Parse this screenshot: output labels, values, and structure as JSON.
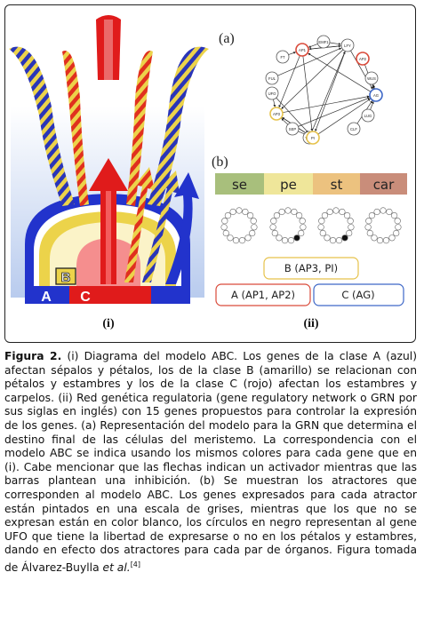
{
  "panel_i": {
    "label": "(i)",
    "class_labels": {
      "a": "A",
      "b": "B",
      "c": "C"
    },
    "colors": {
      "blue": "#2233cc",
      "yellow": "#ecd34a",
      "red": "#e01b1b",
      "pink": "#f58e8e",
      "bg_blue": "#8fb0e6"
    }
  },
  "panel_ii": {
    "label": "(ii)",
    "sub_a": "(a)",
    "sub_b": "(b)",
    "network_nodes": [
      "EMF1",
      "AP1",
      "LFY",
      "AP2",
      "TFL1",
      "FT",
      "FUL",
      "WUS",
      "UFO",
      "AG",
      "AP3",
      "LUG",
      "SEP",
      "PI",
      "CLF"
    ],
    "organs": [
      {
        "label": "se",
        "color": "#a8bf7c"
      },
      {
        "label": "pe",
        "color": "#efe69a"
      },
      {
        "label": "st",
        "color": "#ecc27f"
      },
      {
        "label": "car",
        "color": "#c98d7a"
      }
    ],
    "gene_boxes": {
      "b": "B (AP3, PI)",
      "a": "A (AP1, AP2)",
      "c": "C (AG)"
    }
  },
  "caption": {
    "label": "Figura 2.",
    "text": "(i) Diagrama del modelo ABC. Los genes de la clase A (azul) afectan sépalos y pétalos, los de la clase B (amarillo) se relacionan con pétalos y estambres y los de la clase C (rojo) afectan los estambres y carpelos. (ii) Red genética regulatoria (gene regulatory network o GRN por sus siglas en inglés) con 15 genes propuestos para controlar la expresión de los genes. (a) Representación del modelo para la GRN que determina el destino final de las células del meristemo. La correspondencia con el modelo ABC se indica usando los mismos colores para cada gene que en (i). Cabe mencionar que las flechas indican un activador mientras que las barras plantean una inhibición. (b) Se muestran los atractores que corresponden al modelo ABC. Los genes expresados para cada atractor están pintados en una escala de grises, mientras que los que no se expresan están en color blanco, los círculos en negro representan al gene UFO que tiene la libertad de expresarse o no en los pétalos y estambres, dando en efecto dos atractores para cada par de órganos. Figura tomada de Álvarez-Buylla ",
    "et_al": "et al.",
    "ref": "[4]"
  }
}
